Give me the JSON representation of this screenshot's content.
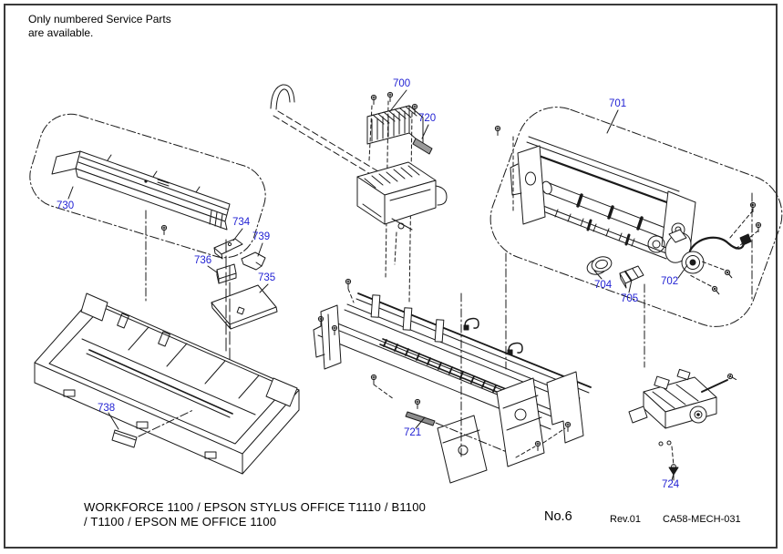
{
  "page": {
    "note": "Only numbered Service Parts\nare available.",
    "footer": {
      "model_title": "WORKFORCE 1100 / EPSON STYLUS OFFICE T1110 / B1100\n / T1100 / EPSON ME OFFICE 1100",
      "sheet_no": "No.6",
      "revision": "Rev.01",
      "doc_code": "CA58-MECH-031"
    }
  },
  "diagram": {
    "type": "exploded-parts-diagram",
    "colors": {
      "label_blue": "#1f1fd3",
      "line": "#1a1a1a"
    },
    "labels": [
      {
        "part": "700",
        "text": "700"
      },
      {
        "part": "720",
        "text": "720"
      },
      {
        "part": "701",
        "text": "701"
      },
      {
        "part": "730",
        "text": "730"
      },
      {
        "part": "734",
        "text": "734"
      },
      {
        "part": "739",
        "text": "739"
      },
      {
        "part": "736",
        "text": "736"
      },
      {
        "part": "735",
        "text": "735"
      },
      {
        "part": "738",
        "text": "738"
      },
      {
        "part": "702",
        "text": "702"
      },
      {
        "part": "704",
        "text": "704"
      },
      {
        "part": "705",
        "text": "705"
      },
      {
        "part": "721",
        "text": "721"
      },
      {
        "part": "724",
        "text": "724"
      }
    ]
  }
}
